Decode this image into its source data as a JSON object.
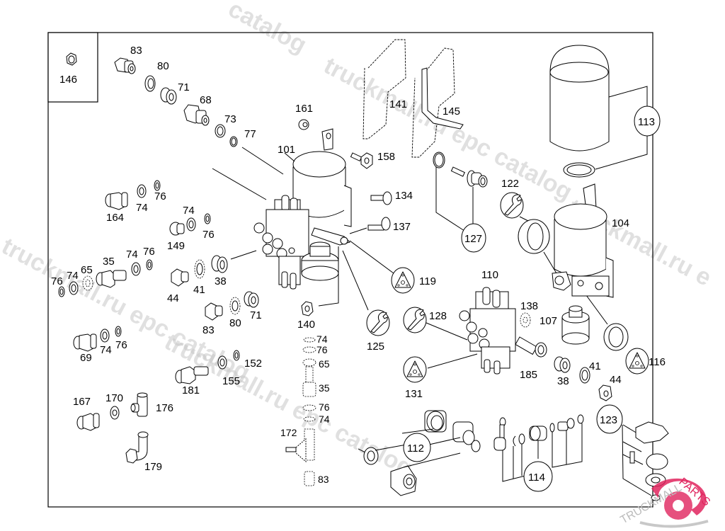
{
  "diagram": {
    "title": "Air dryer / multi-circuit protection valve parts diagram",
    "inset_label": "146",
    "labels": [
      {
        "id": "83a",
        "text": "83"
      },
      {
        "id": "80a",
        "text": "80"
      },
      {
        "id": "71a",
        "text": "71"
      },
      {
        "id": "68",
        "text": "68"
      },
      {
        "id": "73",
        "text": "73"
      },
      {
        "id": "77",
        "text": "77"
      },
      {
        "id": "161",
        "text": "161"
      },
      {
        "id": "101",
        "text": "101"
      },
      {
        "id": "141",
        "text": "141"
      },
      {
        "id": "145",
        "text": "145"
      },
      {
        "id": "158",
        "text": "158"
      },
      {
        "id": "134",
        "text": "134"
      },
      {
        "id": "137",
        "text": "137"
      },
      {
        "id": "164",
        "text": "164"
      },
      {
        "id": "74a",
        "text": "74"
      },
      {
        "id": "76a",
        "text": "76"
      },
      {
        "id": "74b",
        "text": "74"
      },
      {
        "id": "76b",
        "text": "76"
      },
      {
        "id": "149",
        "text": "149"
      },
      {
        "id": "35a",
        "text": "35"
      },
      {
        "id": "74c",
        "text": "74"
      },
      {
        "id": "76c",
        "text": "76"
      },
      {
        "id": "76d",
        "text": "76"
      },
      {
        "id": "74d",
        "text": "74"
      },
      {
        "id": "65a",
        "text": "65"
      },
      {
        "id": "44a",
        "text": "44"
      },
      {
        "id": "41a",
        "text": "41"
      },
      {
        "id": "38a",
        "text": "38"
      },
      {
        "id": "83b",
        "text": "83"
      },
      {
        "id": "80b",
        "text": "80"
      },
      {
        "id": "71b",
        "text": "71"
      },
      {
        "id": "140",
        "text": "140"
      },
      {
        "id": "69",
        "text": "69"
      },
      {
        "id": "74e",
        "text": "74"
      },
      {
        "id": "76e",
        "text": "76"
      },
      {
        "id": "181",
        "text": "181"
      },
      {
        "id": "155",
        "text": "155"
      },
      {
        "id": "152",
        "text": "152"
      },
      {
        "id": "167",
        "text": "167"
      },
      {
        "id": "170",
        "text": "170"
      },
      {
        "id": "176",
        "text": "176"
      },
      {
        "id": "179",
        "text": "179"
      },
      {
        "id": "74f",
        "text": "74"
      },
      {
        "id": "76f",
        "text": "76"
      },
      {
        "id": "65b",
        "text": "65"
      },
      {
        "id": "35b",
        "text": "35"
      },
      {
        "id": "76g",
        "text": "76"
      },
      {
        "id": "74g",
        "text": "74"
      },
      {
        "id": "172",
        "text": "172"
      },
      {
        "id": "83c",
        "text": "83"
      },
      {
        "id": "125",
        "text": "125"
      },
      {
        "id": "119",
        "text": "119"
      },
      {
        "id": "110",
        "text": "110"
      },
      {
        "id": "128",
        "text": "128"
      },
      {
        "id": "131",
        "text": "131"
      },
      {
        "id": "138",
        "text": "138"
      },
      {
        "id": "107",
        "text": "107"
      },
      {
        "id": "185",
        "text": "185"
      },
      {
        "id": "38b",
        "text": "38"
      },
      {
        "id": "41b",
        "text": "41"
      },
      {
        "id": "44b",
        "text": "44"
      },
      {
        "id": "116",
        "text": "116"
      },
      {
        "id": "122",
        "text": "122"
      },
      {
        "id": "104",
        "text": "104"
      }
    ],
    "callouts": [
      {
        "id": "113",
        "text": "113"
      },
      {
        "id": "127",
        "text": "127"
      },
      {
        "id": "112",
        "text": "112"
      },
      {
        "id": "114",
        "text": "114"
      },
      {
        "id": "123",
        "text": "123"
      }
    ],
    "icon_callouts": [
      {
        "id": "119",
        "icon": "triangle-plate-icon"
      },
      {
        "id": "125",
        "icon": "wrench-icon"
      },
      {
        "id": "128",
        "icon": "wrench-icon"
      },
      {
        "id": "131",
        "icon": "triangle-plate-icon"
      },
      {
        "id": "122",
        "icon": "wrench-icon"
      },
      {
        "id": "116",
        "icon": "triangle-plate-icon"
      }
    ]
  },
  "watermarks": {
    "text1": "truckmall.ru epc catalog",
    "text2": "truckmall.ru epc catalog",
    "text3": "truckmall.ru epc catalog",
    "text4": "catalog",
    "text5": "truckmall.ru e"
  },
  "logo": {
    "text_left": "TRUCKMALL",
    "text_right": "PARTS",
    "accent_color": "#e0245e"
  }
}
